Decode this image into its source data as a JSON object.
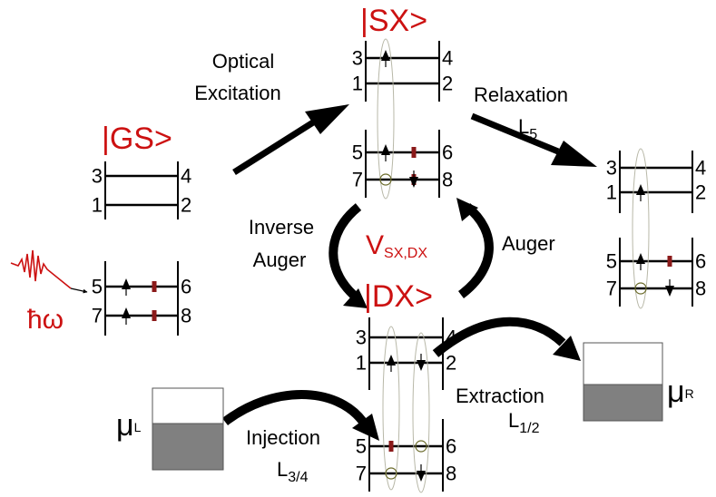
{
  "states": {
    "gs": "|GS>",
    "sx": "|SX>",
    "dx": "|DX>"
  },
  "processes": {
    "optical_line1": "Optical",
    "optical_line2": "Excitation",
    "relaxation": "Relaxation",
    "relaxation_rate": "L",
    "relaxation_rate_sub": "5",
    "inverse_auger_line1": "Inverse",
    "inverse_auger_line2": "Auger",
    "auger": "Auger",
    "coupling_main": "V",
    "coupling_sub": "SX,DX",
    "extraction": "Extraction",
    "extraction_rate": "L",
    "extraction_rate_sub": "1/2",
    "injection": "Injection",
    "injection_rate": "L",
    "injection_rate_sub": "3/4"
  },
  "photon": {
    "label": "ħω",
    "color": "#cc1111"
  },
  "reservoirs": {
    "left_symbol": "μ",
    "left_sub": "L",
    "right_symbol": "μ",
    "right_sub": "R",
    "fill_color": "#808080"
  },
  "level_numbers": {
    "gs": [
      "3",
      "1",
      "4",
      "2",
      "5",
      "7",
      "6",
      "8"
    ],
    "sx": [
      "3",
      "1",
      "4",
      "2",
      "5",
      "7",
      "6",
      "8"
    ],
    "relax": [
      "3",
      "1",
      "4",
      "2",
      "5",
      "7",
      "6",
      "8"
    ],
    "dx": [
      "3",
      "1",
      "4",
      "2",
      "5",
      "7",
      "6",
      "8"
    ]
  },
  "colors": {
    "state_label": "#cc1111",
    "spin_red": "#8b1a1a",
    "ellipse": "#b8b8a8"
  }
}
